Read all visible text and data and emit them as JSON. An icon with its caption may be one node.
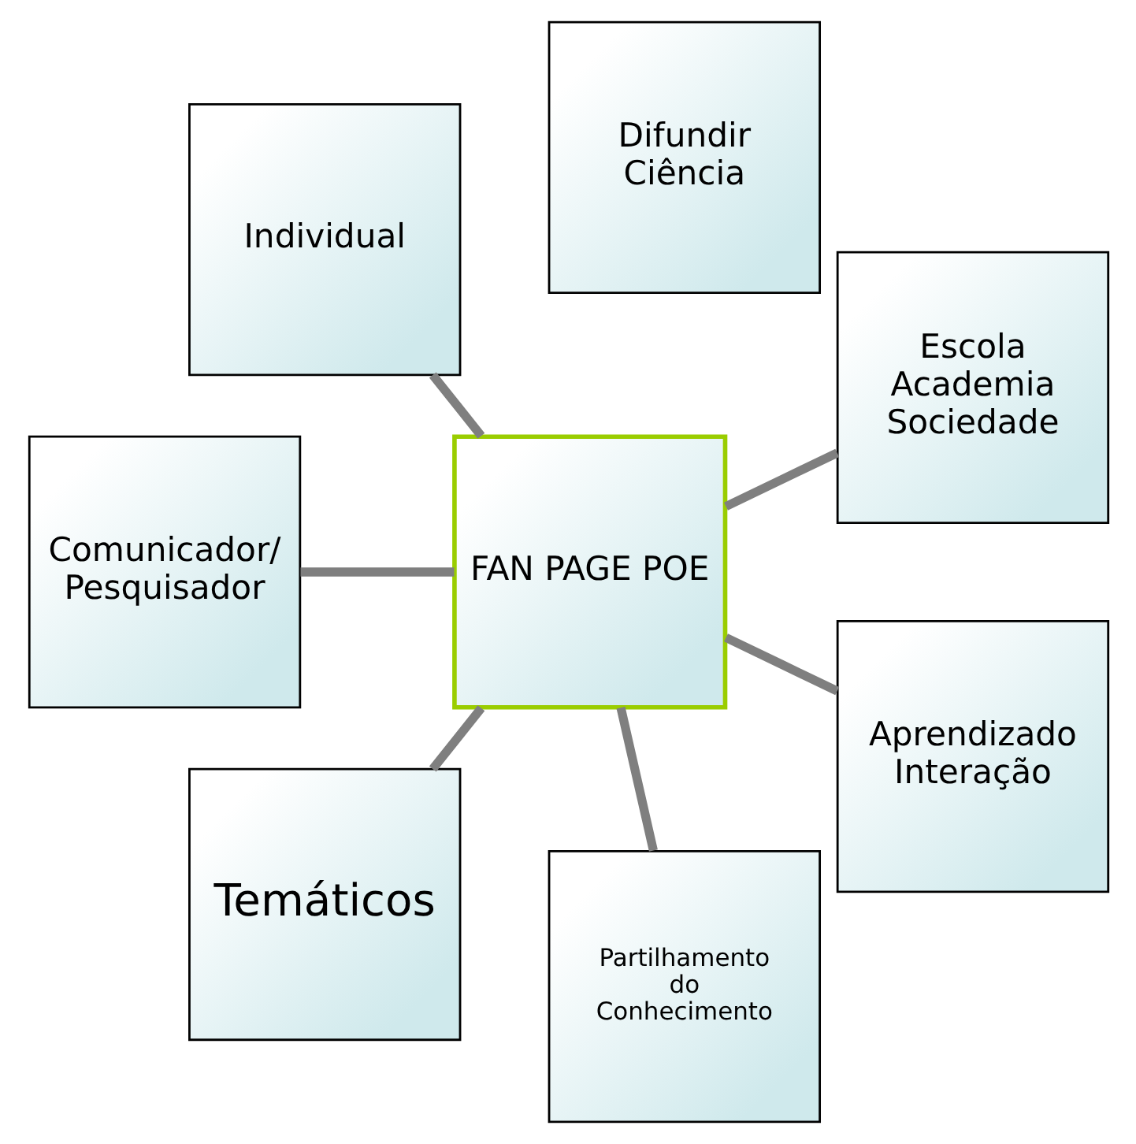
{
  "diagram": {
    "nodes": [
      {
        "text": [
          "Escola Academia Sociedade"
        ]
      },
      {
        "text": [
          "Difundir Ciência"
        ]
      },
      {
        "text": [
          "Individual"
        ]
      },
      {
        "text": [
          "FAN PAGE POE"
        ]
      },
      {
        "text": [
          "Comunicador/ Pesquisador"
        ]
      },
      {
        "text": [
          "Temáticos"
        ]
      },
      {
        "text": [
          "Partilhamento do Conhecimento"
        ]
      },
      {
        "text": [
          "Aprendizado Interação"
        ]
      }
    ],
    "edges": [
      {
        "from": 3,
        "to": 0,
        "arrow": "none"
      },
      {
        "from": 3,
        "to": 2,
        "arrow": "none"
      },
      {
        "from": 3,
        "to": 5,
        "arrow": "none"
      },
      {
        "from": 3,
        "to": 7,
        "arrow": "none"
      },
      {
        "from": 3,
        "to": 6,
        "arrow": "none"
      },
      {
        "from": 3,
        "to": 4,
        "arrow": "none"
      }
    ]
  }
}
